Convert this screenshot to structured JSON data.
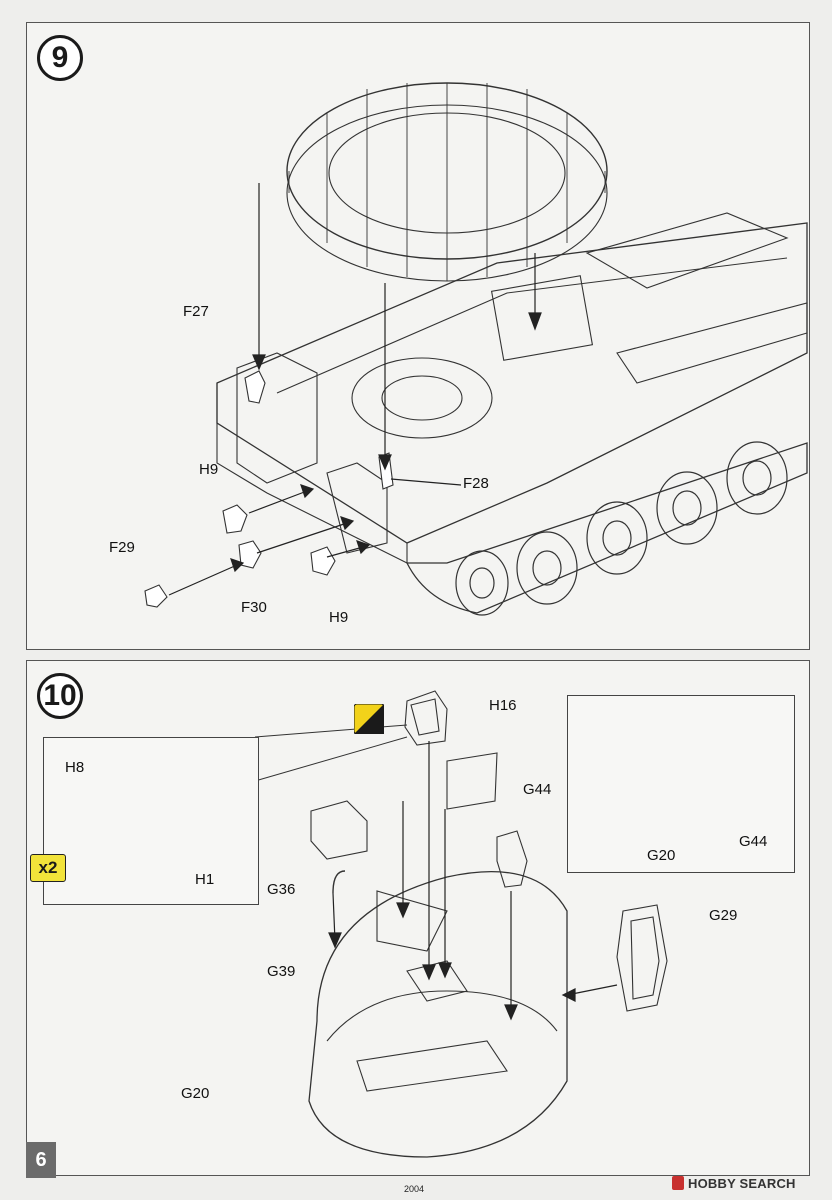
{
  "page": {
    "number": "6",
    "code": "2004"
  },
  "watermark": {
    "brand": "HOBBY SEARCH"
  },
  "step9": {
    "number": "9",
    "labels": {
      "F27": "F27",
      "H9a": "H9",
      "F28": "F28",
      "F29": "F29",
      "F30": "F30",
      "H9b": "H9"
    }
  },
  "step10": {
    "number": "10",
    "multiplier": "x2",
    "labels": {
      "H8": "H8",
      "H1": "H1",
      "H16": "H16",
      "G44": "G44",
      "G36": "G36",
      "G39": "G39",
      "G20": "G20",
      "G29": "G29",
      "inset_G20": "G20",
      "inset_G44": "G44"
    }
  },
  "colors": {
    "paint_yellow": "#f2d21a",
    "paint_dark": "#1a1a1a",
    "accent_red": "#c8312f"
  }
}
